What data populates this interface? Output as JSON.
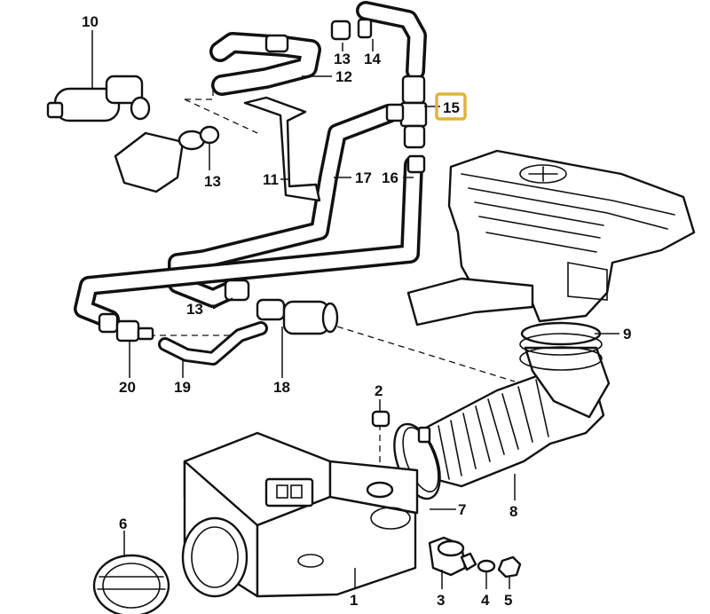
{
  "diagram": {
    "callouts": [
      {
        "id": "10",
        "label": "10"
      },
      {
        "id": "13a",
        "label": "13"
      },
      {
        "id": "14",
        "label": "14"
      },
      {
        "id": "12",
        "label": "12"
      },
      {
        "id": "15",
        "label": "15",
        "highlighted": true
      },
      {
        "id": "13b",
        "label": "13"
      },
      {
        "id": "11",
        "label": "11"
      },
      {
        "id": "17",
        "label": "17"
      },
      {
        "id": "16",
        "label": "16"
      },
      {
        "id": "13c",
        "label": "13"
      },
      {
        "id": "9",
        "label": "9"
      },
      {
        "id": "20",
        "label": "20"
      },
      {
        "id": "19",
        "label": "19"
      },
      {
        "id": "18",
        "label": "18"
      },
      {
        "id": "2",
        "label": "2"
      },
      {
        "id": "7",
        "label": "7"
      },
      {
        "id": "8",
        "label": "8"
      },
      {
        "id": "6",
        "label": "6"
      },
      {
        "id": "1",
        "label": "1"
      },
      {
        "id": "3",
        "label": "3"
      },
      {
        "id": "4",
        "label": "4"
      },
      {
        "id": "5",
        "label": "5"
      }
    ],
    "highlight_color": "#e0b43a",
    "line_color": "#111111"
  }
}
